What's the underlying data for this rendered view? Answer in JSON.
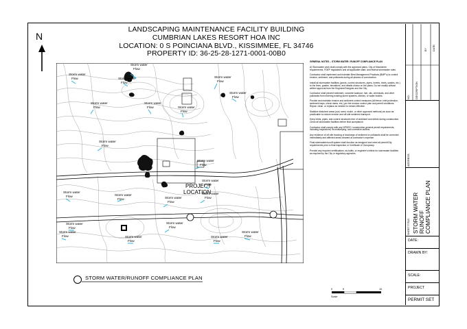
{
  "header": {
    "line1": "LANDSCAPING MAINTENANCE FACILITY BUILDING",
    "line2": "CUMBRIAN LAKES RESORT HOA INC",
    "line3": "LOCATION: 0 S POINCIANA BLVD., KISSIMMEE, FL 34746",
    "line4": "PROPERTY ID: 36-25-28-1271-0001-00B0"
  },
  "north": {
    "letter": "N",
    "icon": "north-arrow-icon"
  },
  "map": {
    "project_label_1": "PROJECT",
    "project_label_2": "LOCATION",
    "storm_a": "Storm water",
    "storm_b": "Flow"
  },
  "notes": {
    "title": "GENERAL NOTES – STORM WATER / RUNOFF COMPLIANCE PLAN",
    "items": [
      "A) Stormwater work shall comply with the approved plans, City of Kissimmee requirements, FDEP regulations and all applicable state, and federal stormwater rules.",
      "Contractor shall implement and maintain Best Management Practices (BMP's) to control erosion, sediment, and pollutants during all phases of construction.",
      "Install all stormwater facilities (ponds, control structures, pipes, inverts, inlets, swales, etc.) to the lines, grades, elevations, and details shown on the plans. Do not modify without written approval from the Engineer/Designer and the City.",
      "Contractor shall prevent sediment, concrete washout, fuel, oils, chemicals, and other pollutants from entering existing storm systems, ditches, or water bodies.",
      "Provide and maintain erosion and sediment control measures (silt fence, inlet protection, sediment traps, check dams, etc.) per the erosion control plan and permit conditions. Repair, clean, or replace as needed to remain effective.",
      "Stabilize disturbed areas (sod, seed, mulch, or other approved methods) as soon as practicable to reduce erosion and off-site sediment transport.",
      "Keep inlets, pipes, and control structures free of sediment and debris during construction. Clean all stormwater facilities before final acceptance.",
      "Contractor shall comply with any NPDES / construction general permit requirements, including inspections, recordkeeping, and corrective actions.",
      "Any evidence of off-site tracking or discharge of sediment or pollutants shall be corrected immediately and affected areas cleaned at contractor's expense.",
      "Final stormwater/runoff system shall function as designed and meet all permit/City requirements prior to final inspection or Certificate of Occupancy.",
      "Provide any required certifications, as-builts, or engineer's letters for stormwater facilities as required by the City or regulatory agencies."
    ]
  },
  "plan_label": "STORM WATER/RUNOFF COMPLIANCE PLAN",
  "scale": {
    "t0": "0",
    "t1": "5",
    "t2": "10",
    "label": "Scale"
  },
  "title_block": {
    "revisions": {
      "no": "NO.",
      "description": "DESCRIPTION",
      "by": "BY",
      "date": "DATE"
    },
    "address": "ADDRESS:",
    "sheet_title_label": "SHEET TITLE:",
    "sheet_title_1": "STORM WATER",
    "sheet_title_2": "RUNOFF",
    "sheet_title_3": "COMPLIANCE PLAN",
    "date": "DATE:",
    "drawn_by": "DRAWN BY:",
    "scale": "SCALE:",
    "project": "PROJECT",
    "permit_set": "PERMIT SET"
  }
}
